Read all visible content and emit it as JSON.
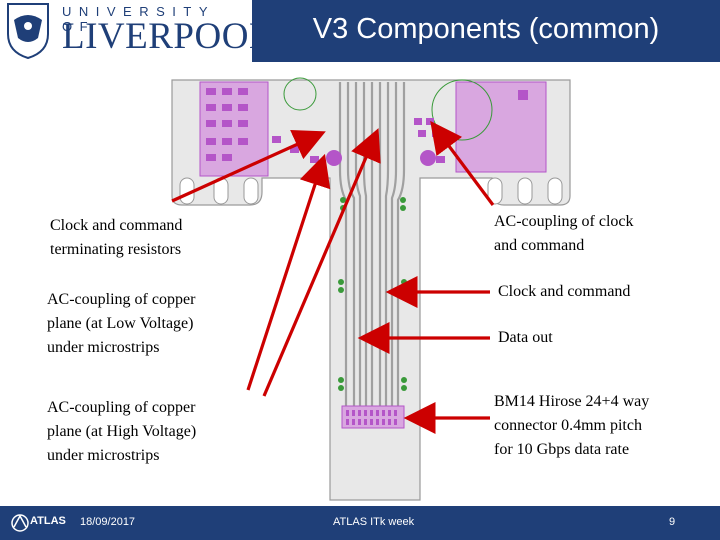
{
  "header": {
    "university_line": "UNIVERSITY OF",
    "city_line": "LIVERPOOL",
    "title": "V3  Components (common)"
  },
  "labels": {
    "clock_term": "Clock and command\nterminating resistors",
    "ac_low": "AC-coupling of copper\nplane (at Low Voltage)\nunder microstrips",
    "ac_high": "AC-coupling of copper\nplane (at High Voltage)\nunder microstrips",
    "ac_clock": "AC-coupling of clock\nand command",
    "clock_cmd": "Clock and command",
    "data_out": "Data out",
    "connector": "BM14 Hirose 24+4 way\nconnector 0.4mm pitch\nfor 10 Gbps data rate"
  },
  "footer": {
    "logo_text": "ATLAS",
    "date": "18/09/2017",
    "event": "ATLAS  ITk week",
    "page": "9"
  },
  "colors": {
    "brand_blue": "#1f3f78",
    "arrow_red": "#cc0000",
    "pad_magenta": "#b455c8",
    "via_green": "#3a9a3a"
  }
}
